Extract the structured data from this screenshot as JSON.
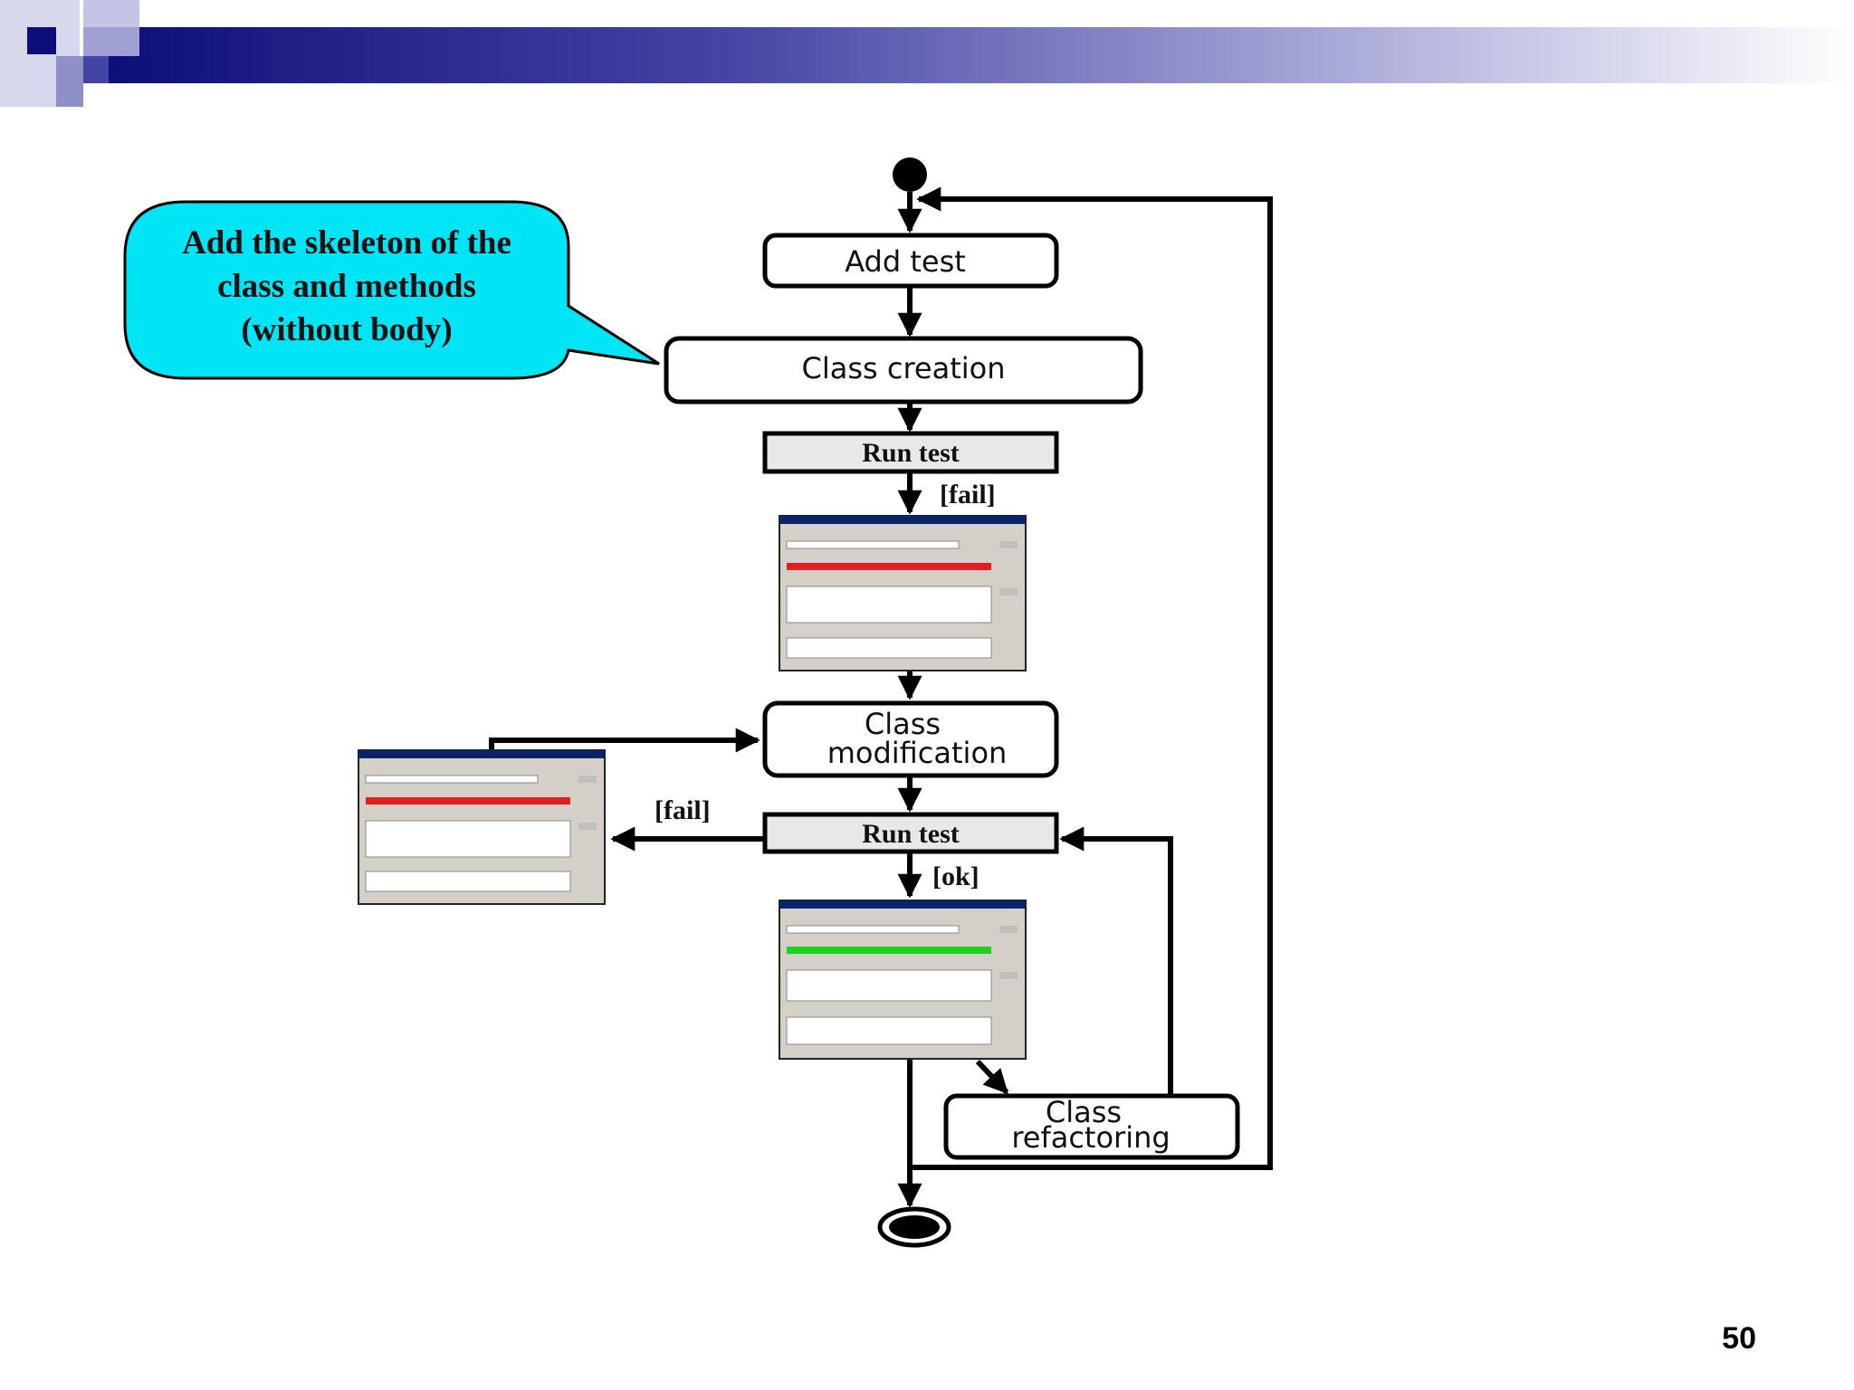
{
  "callout": {
    "line1": "Add the skeleton of the",
    "line2": "class and methods",
    "line3": "(without body)"
  },
  "nodes": {
    "add_test": "Add test",
    "class_creation": "Class creation",
    "run_test_1": "Run test",
    "class_modification_line1": "Class",
    "class_modification_line2": "modification",
    "run_test_2": "Run test",
    "class_refactoring_line1": "Class",
    "class_refactoring_line2": "refactoring"
  },
  "guards": {
    "fail_1": "[fail]",
    "fail_2": "[fail]",
    "ok": "[ok]"
  },
  "screenshots": {
    "fail_1": "red-bar",
    "fail_2": "red-bar",
    "ok": "green-bar"
  },
  "colors": {
    "callout_fill": "#00E5F5",
    "banner_dark": "#151580",
    "banner_mid": "#5858B0",
    "fail_bar": "#E02020",
    "ok_bar": "#20D020"
  },
  "page_number": "50"
}
